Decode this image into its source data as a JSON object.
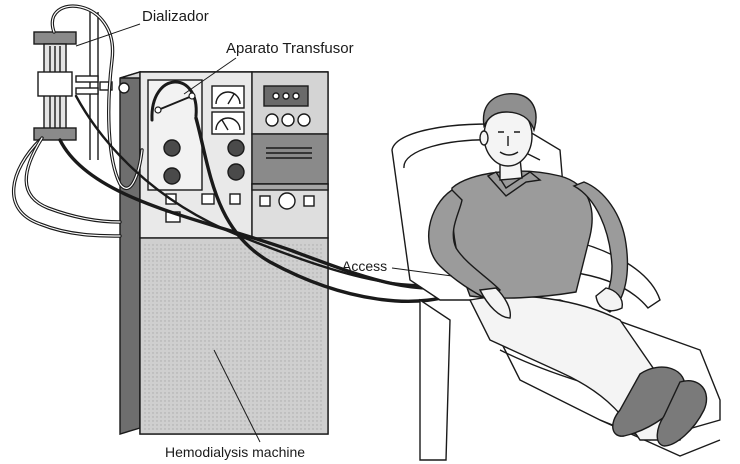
{
  "labels": {
    "dializador": "Dializador",
    "aparato": "Aparato Transfusor",
    "access": "Access",
    "machine": "Hemodialysis machine"
  },
  "colors": {
    "line": "#1a1a1a",
    "panel_light": "#e6e6e6",
    "panel_mid": "#bdbdbd",
    "panel_dark": "#7a7a7a",
    "shirt": "#9b9b9b",
    "skin": "#f4f4f4"
  },
  "icons": {
    "dialyzer": "dialyzer-icon",
    "machine": "machine-icon",
    "patient": "patient-icon",
    "chair": "chair-icon"
  }
}
